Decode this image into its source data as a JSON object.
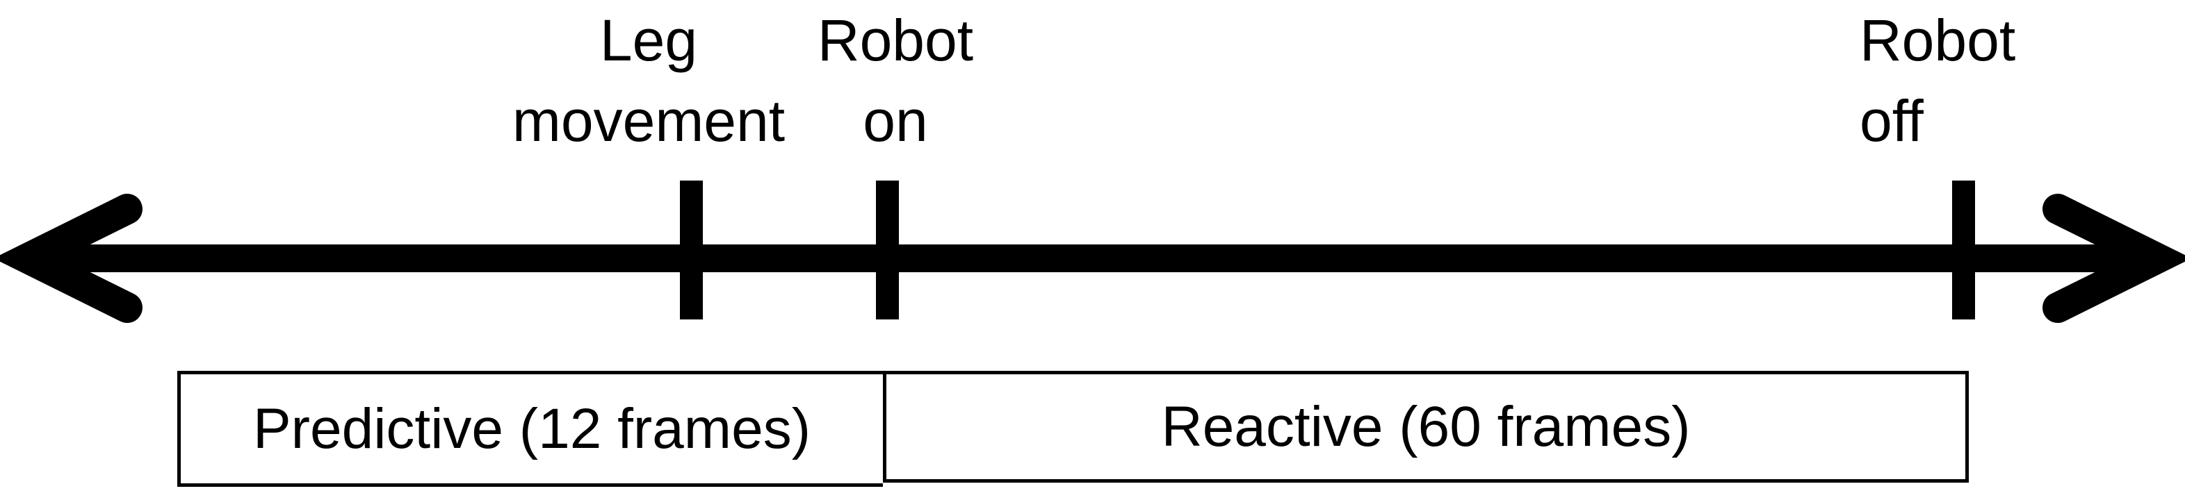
{
  "diagram": {
    "type": "timeline",
    "colors": {
      "ink": "#000000",
      "background": "#ffffff"
    },
    "events": [
      {
        "name": "leg-movement",
        "label": "Leg\nmovement"
      },
      {
        "name": "robot-on",
        "label": "Robot\non"
      },
      {
        "name": "robot-off",
        "label": "Robot\noff"
      }
    ],
    "phases": [
      {
        "name": "predictive",
        "label": "Predictive (12 frames)",
        "frames": 12
      },
      {
        "name": "reactive",
        "label": "Reactive (60 frames)",
        "frames": 60
      }
    ]
  }
}
